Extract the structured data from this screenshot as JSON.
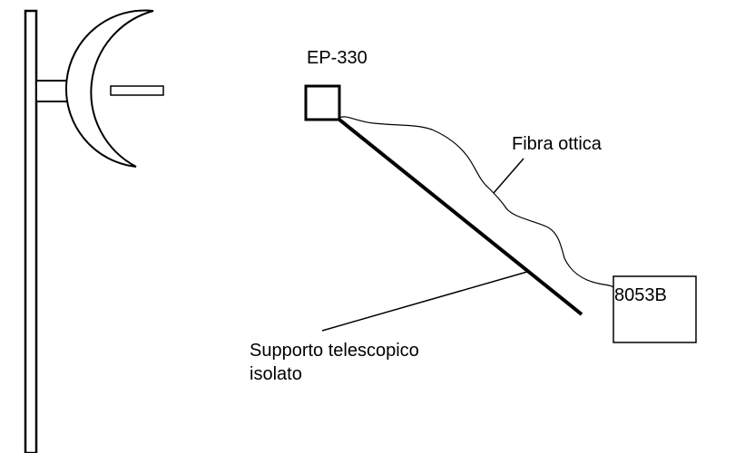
{
  "labels": {
    "probe": "EP-330",
    "fiber": "Fibra ottica",
    "support_line1": "Supporto telescopico",
    "support_line2": "isolato",
    "meter": "8053B"
  },
  "icons": {
    "pole": "mast-icon",
    "antenna": "dish-antenna-icon",
    "probe": "field-probe-icon",
    "meter": "field-meter-box-icon"
  },
  "colors": {
    "stroke": "#000000",
    "background": "#ffffff"
  }
}
